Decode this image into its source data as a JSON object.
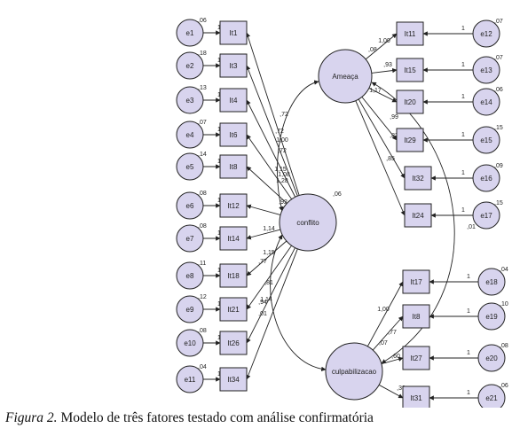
{
  "caption": {
    "label": "Figura 2.",
    "text": "Modelo de três fatores testado com análise confirmatória"
  },
  "colors": {
    "fill": "#d8d4ee",
    "stroke": "#222222"
  },
  "factors": [
    {
      "id": "conflito",
      "label": "conflito",
      "variance": ",06"
    },
    {
      "id": "ameaca",
      "label": "Ameaça",
      "variance": ",08"
    },
    {
      "id": "culpa",
      "label": "culpabilizacao",
      "variance": ",07"
    }
  ],
  "items": [
    {
      "id": "It1",
      "error": "e1",
      "err_var": ",06",
      "r2": "",
      "path_one": "1"
    },
    {
      "id": "It3",
      "error": "e2",
      "err_var": ",18",
      "r2": "",
      "path_one": "1"
    },
    {
      "id": "It4",
      "error": "e3",
      "err_var": ",13",
      "r2": "",
      "path_one": "1"
    },
    {
      "id": "It6",
      "error": "e4",
      "err_var": ",07",
      "r2": "",
      "path_one": "1"
    },
    {
      "id": "It8",
      "error": "e5",
      "err_var": ",14",
      "r2": "",
      "path_one": "1"
    },
    {
      "id": "It12",
      "error": "e6",
      "err_var": ",08",
      "r2": "",
      "path_one": "1"
    },
    {
      "id": "It14",
      "error": "e7",
      "err_var": ",08",
      "r2": "",
      "path_one": "1"
    },
    {
      "id": "It18",
      "error": "e8",
      "err_var": ",11",
      "r2": "",
      "path_one": "1"
    },
    {
      "id": "It21",
      "error": "e9",
      "err_var": ",12",
      "r2": "",
      "path_one": "1"
    },
    {
      "id": "It26",
      "error": "e10",
      "err_var": ",08",
      "r2": "",
      "path_one": "1"
    },
    {
      "id": "It34",
      "error": "e11",
      "err_var": ",04",
      "r2": "",
      "path_one": "1"
    },
    {
      "id": "It11",
      "error": "e12",
      "err_var": ",07",
      "r2": "",
      "path_one": "1"
    },
    {
      "id": "It15",
      "error": "e13",
      "err_var": ",07",
      "r2": "",
      "path_one": "1"
    },
    {
      "id": "It20",
      "error": "e14",
      "err_var": ",06",
      "r2": "",
      "path_one": "1"
    },
    {
      "id": "It29",
      "error": "e15",
      "err_var": ",15",
      "r2": "",
      "path_one": "1"
    },
    {
      "id": "It32",
      "error": "e16",
      "err_var": ",09",
      "r2": "",
      "path_one": "1"
    },
    {
      "id": "It24",
      "error": "e17",
      "err_var": ",15",
      "r2": "",
      "path_one": "1"
    },
    {
      "id": "It17",
      "error": "e18",
      "err_var": ",04",
      "r2": "",
      "path_one": "1"
    },
    {
      "id": "It8",
      "error": "e19",
      "err_var": ",10",
      "r2": "",
      "path_one": "1"
    },
    {
      "id": "It27",
      "error": "e20",
      "err_var": ",08",
      "r2": "",
      "path_one": "1"
    },
    {
      "id": "It31",
      "error": "e21",
      "err_var": ",06",
      "r2": "",
      "path_one": "1"
    }
  ],
  "loadings": {
    "conflito": [
      ",72",
      ",72",
      "1,00",
      ",72",
      "1,15",
      "1,08",
      "1,28",
      ",92",
      "1,14",
      "1,15",
      ",77",
      ",81",
      "1,14",
      ",94",
      ",01"
    ],
    "ameaca": [
      "1,00",
      ",93",
      "1,17",
      ",99",
      ",82",
      ",85"
    ],
    "culpa": [
      "1,00",
      ",77",
      ",60",
      ",39"
    ]
  },
  "covariance_labels": [
    ",01"
  ]
}
